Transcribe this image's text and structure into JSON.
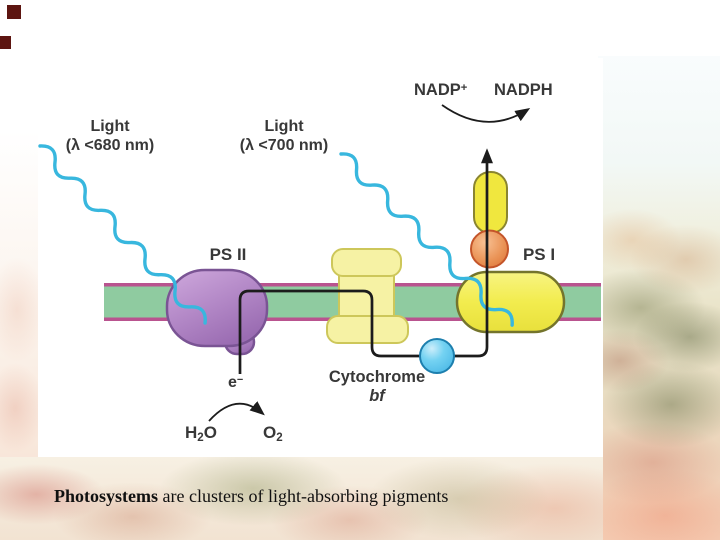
{
  "background": {
    "accent_squares": [
      {
        "name": "accent-square-1",
        "color": "#5d1511"
      },
      {
        "name": "accent-square-2",
        "color": "#5d1511"
      }
    ]
  },
  "caption": {
    "lead": "Photosystems",
    "rest": " are clusters of light-absorbing pigments"
  },
  "diagram": {
    "light_psii": {
      "line1": "Light",
      "line2": "(λ <680 nm)"
    },
    "light_psi": {
      "line1": "Light",
      "line2": "(λ <700 nm)"
    },
    "nadp": {
      "base": "NADP",
      "sup": "+"
    },
    "nadph": "NADPH",
    "psii_label": "PS II",
    "psi_label": "PS I",
    "cytochrome": {
      "line1": "Cytochrome",
      "line2": "bf"
    },
    "electron": {
      "base": "e",
      "sup": "−"
    },
    "water": {
      "b1": "H",
      "sub": "2",
      "b2": "O"
    },
    "oxygen": {
      "b1": "O",
      "sub": "2"
    },
    "colors": {
      "membrane_green": "#8fcba0",
      "membrane_edge": "#b9538f",
      "psii_purple": "#b287c6",
      "psii_outline": "#7a5494",
      "cytochrome_yellow": "#f6f2a4",
      "cytochrome_outline": "#cdc75a",
      "psi_yellow": "#f2ec4e",
      "psi_outline": "#74742c",
      "capsule_yellow": "#f0e73e",
      "capsule_outline": "#8a8530",
      "carrier_orange": "#ea9356",
      "carrier_orange_outline": "#c4552a",
      "plastocyanin_blue": "#45b4e4",
      "plastocyanin_outline": "#1d7fae",
      "light_wave_cyan": "#38b7de",
      "path_black": "#1c1c1c",
      "label_gray": "#383838"
    }
  }
}
